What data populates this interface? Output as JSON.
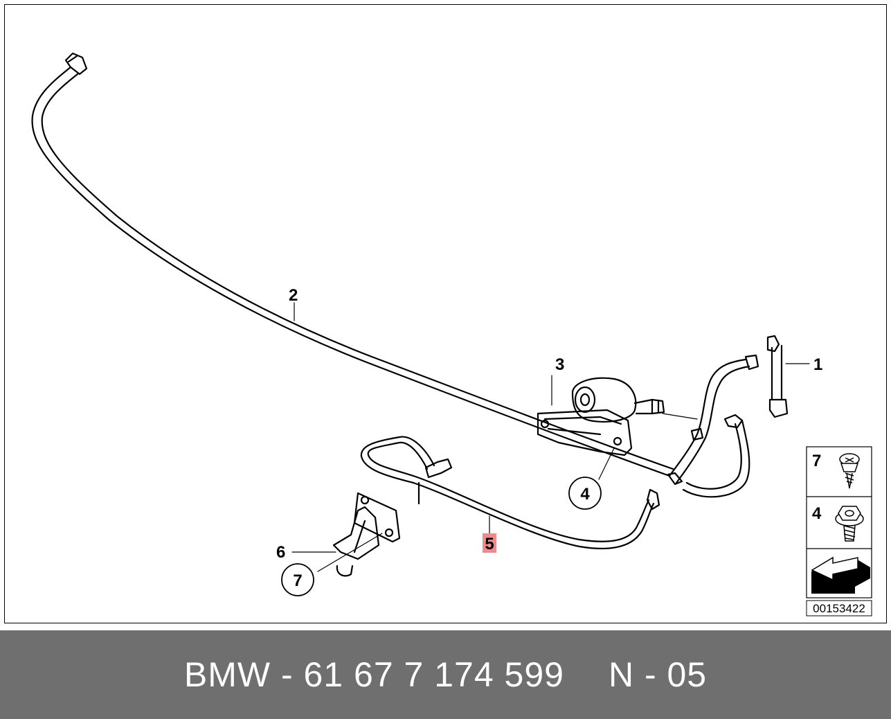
{
  "diagram": {
    "callouts": {
      "part1": "1",
      "part2": "2",
      "part3": "3",
      "part4": "4",
      "part5": "5",
      "part6": "6",
      "part7": "7"
    },
    "highlight_color": "#f08a8a",
    "legend": {
      "item_top": "7",
      "item_middle": "4"
    },
    "drawing_number": "00153422"
  },
  "footer": {
    "brand_part": "BMW - 61 67 7 174 599",
    "page_ref": "N - 05",
    "background_color": "#6f6f6f"
  }
}
